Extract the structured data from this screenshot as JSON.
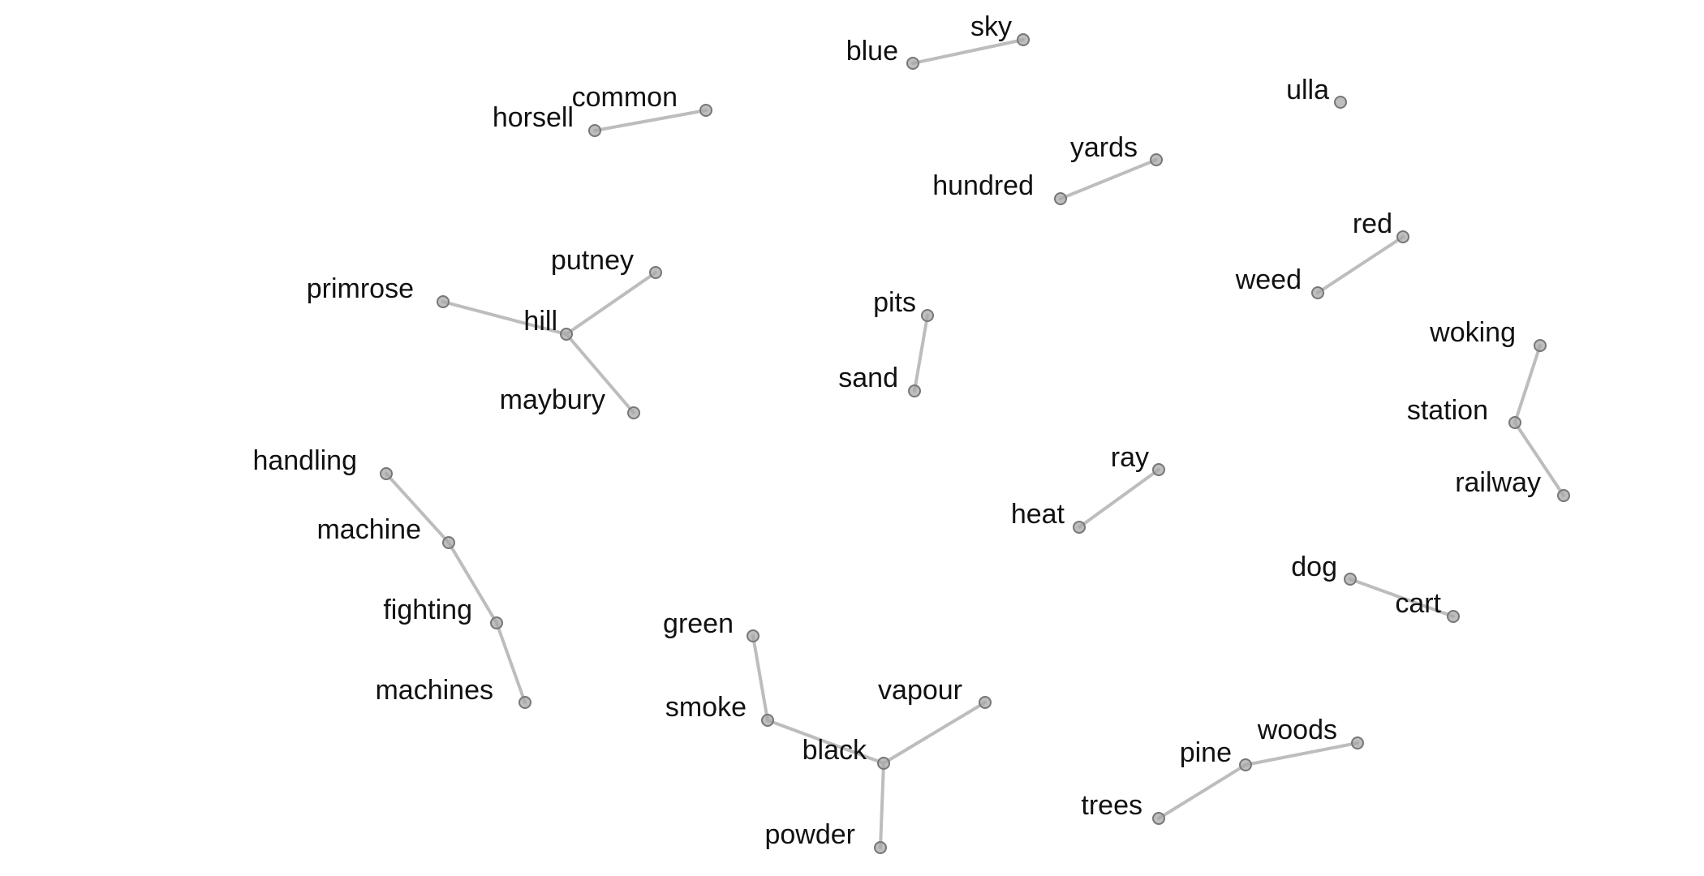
{
  "graph": {
    "style": {
      "edge_color": "#bdbdbd",
      "node_fill": "#a8a8a8",
      "node_stroke": "#777777",
      "label_color": "#111111"
    },
    "nodes": [
      {
        "id": "horsell",
        "label": "horsell"
      },
      {
        "id": "common",
        "label": "common"
      },
      {
        "id": "blue",
        "label": "blue"
      },
      {
        "id": "sky",
        "label": "sky"
      },
      {
        "id": "ulla",
        "label": "ulla"
      },
      {
        "id": "hundred",
        "label": "hundred"
      },
      {
        "id": "yards",
        "label": "yards"
      },
      {
        "id": "red",
        "label": "red"
      },
      {
        "id": "weed",
        "label": "weed"
      },
      {
        "id": "primrose",
        "label": "primrose"
      },
      {
        "id": "putney",
        "label": "putney"
      },
      {
        "id": "hill",
        "label": "hill"
      },
      {
        "id": "maybury",
        "label": "maybury"
      },
      {
        "id": "pits",
        "label": "pits"
      },
      {
        "id": "sand",
        "label": "sand"
      },
      {
        "id": "woking",
        "label": "woking"
      },
      {
        "id": "station",
        "label": "station"
      },
      {
        "id": "railway",
        "label": "railway"
      },
      {
        "id": "ray",
        "label": "ray"
      },
      {
        "id": "heat",
        "label": "heat"
      },
      {
        "id": "handling",
        "label": "handling"
      },
      {
        "id": "machine",
        "label": "machine"
      },
      {
        "id": "fighting",
        "label": "fighting"
      },
      {
        "id": "machines",
        "label": "machines"
      },
      {
        "id": "dog",
        "label": "dog"
      },
      {
        "id": "cart",
        "label": "cart"
      },
      {
        "id": "green",
        "label": "green"
      },
      {
        "id": "smoke",
        "label": "smoke"
      },
      {
        "id": "black",
        "label": "black"
      },
      {
        "id": "vapour",
        "label": "vapour"
      },
      {
        "id": "powder",
        "label": "powder"
      },
      {
        "id": "pine",
        "label": "pine"
      },
      {
        "id": "woods",
        "label": "woods"
      },
      {
        "id": "trees",
        "label": "trees"
      }
    ],
    "edges": [
      [
        "horsell",
        "common"
      ],
      [
        "blue",
        "sky"
      ],
      [
        "hundred",
        "yards"
      ],
      [
        "weed",
        "red"
      ],
      [
        "primrose",
        "hill"
      ],
      [
        "hill",
        "putney"
      ],
      [
        "hill",
        "maybury"
      ],
      [
        "pits",
        "sand"
      ],
      [
        "woking",
        "station"
      ],
      [
        "station",
        "railway"
      ],
      [
        "heat",
        "ray"
      ],
      [
        "handling",
        "machine"
      ],
      [
        "machine",
        "fighting"
      ],
      [
        "fighting",
        "machines"
      ],
      [
        "dog",
        "cart"
      ],
      [
        "green",
        "smoke"
      ],
      [
        "smoke",
        "black"
      ],
      [
        "black",
        "vapour"
      ],
      [
        "black",
        "powder"
      ],
      [
        "trees",
        "pine"
      ],
      [
        "pine",
        "woods"
      ]
    ]
  }
}
